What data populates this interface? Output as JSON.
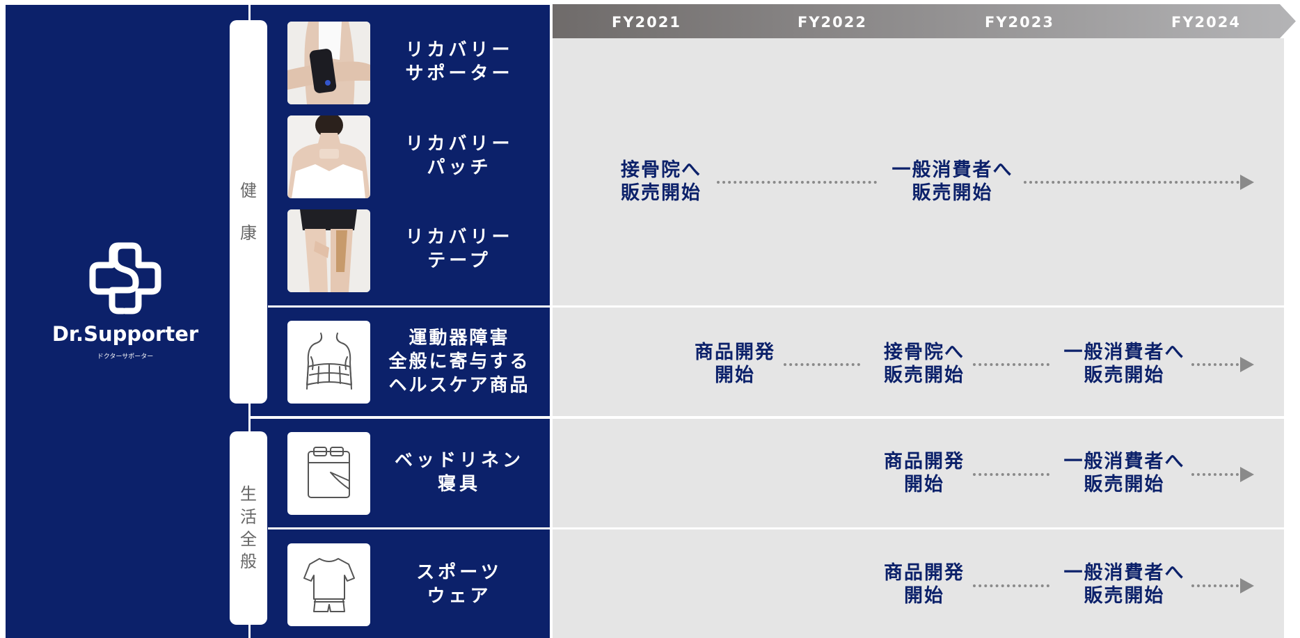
{
  "brand": {
    "name": "Dr.Supporter",
    "sub": "ドクターサポーター",
    "logo_icon": "cross-s-logo-icon"
  },
  "categories": [
    {
      "lines": [
        "健",
        "康"
      ]
    },
    {
      "lines": [
        "生",
        "活",
        "全",
        "般"
      ]
    }
  ],
  "products": [
    {
      "name": "リカバリー\nサポーター",
      "image": "wrist-supporter-photo"
    },
    {
      "name": "リカバリー\nパッチ",
      "image": "back-patch-photo"
    },
    {
      "name": "リカバリー\nテープ",
      "image": "leg-tape-photo"
    },
    {
      "name": "運動器障害\n全般に寄与する\nヘルスケア商品",
      "image": "torso-belt-icon"
    },
    {
      "name": "ベッドリネン\n寝具",
      "image": "bedding-icon"
    },
    {
      "name": "スポーツ\nウェア",
      "image": "sportswear-icon"
    }
  ],
  "timeline": {
    "years": [
      "FY2021",
      "FY2022",
      "FY2023",
      "FY2024"
    ]
  },
  "milestones": {
    "recovery": [
      "接骨院へ\n販売開始",
      "一般消費者へ\n販売開始"
    ],
    "healthcare": [
      "商品開発\n開始",
      "接骨院へ\n販売開始",
      "一般消費者へ\n販売開始"
    ],
    "bedding": [
      "商品開発\n開始",
      "一般消費者へ\n販売開始"
    ],
    "sportswear": [
      "商品開発\n開始",
      "一般消費者へ\n販売開始"
    ]
  },
  "colors": {
    "navy": "#0c216a",
    "band": "#e5e5e5",
    "header_gradient": [
      "#6f6b6a",
      "#b4b4b6"
    ],
    "dots": "#8a8a8a"
  }
}
